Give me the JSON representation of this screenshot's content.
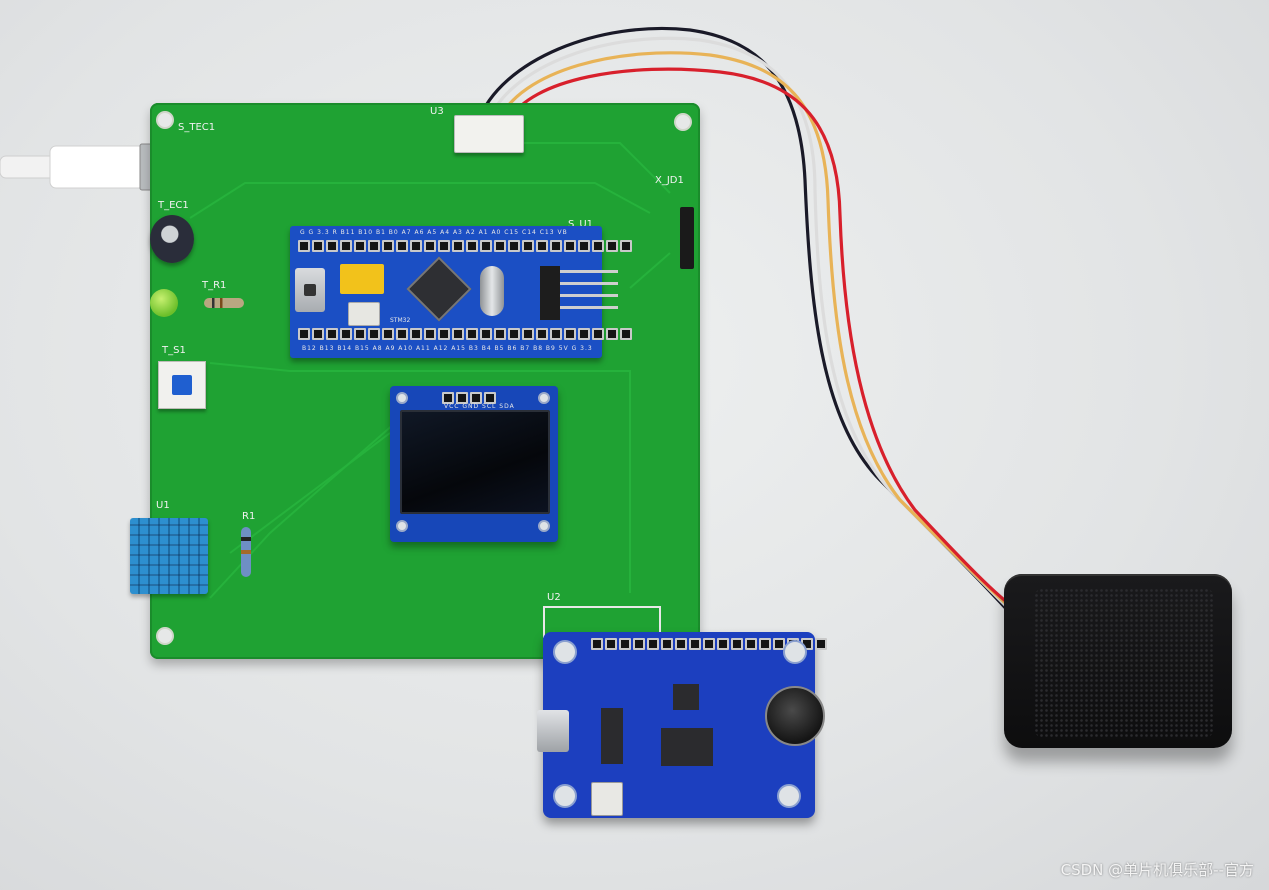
{
  "labels": {
    "s_tec1": "S_TEC1",
    "t_ec1": "T_EC1",
    "t_r1": "T_R1",
    "t_s1": "T_S1",
    "u1": "U1",
    "r1": "R1",
    "u3": "U3",
    "x_jd1": "X_JD1",
    "s_u1": "S_U1",
    "u2": "U2"
  },
  "header_top_pins": "G  G 3.3  R  B11 B10  B1  B0  A7  A6  A5  A4  A3  A2  A1  A0  C15 C14 C13  VB",
  "header_bottom_pins": "B12 B13 B14 B15 A8  A9  A10 A11 A12 A15  B3  B4  B5  B6  B7  B8  B9  5V  G  3.3",
  "chip_label": "STM32",
  "oled_pins": "VCC GND SCL SDA",
  "watermark": "CSDN @单片机俱乐部--官方"
}
